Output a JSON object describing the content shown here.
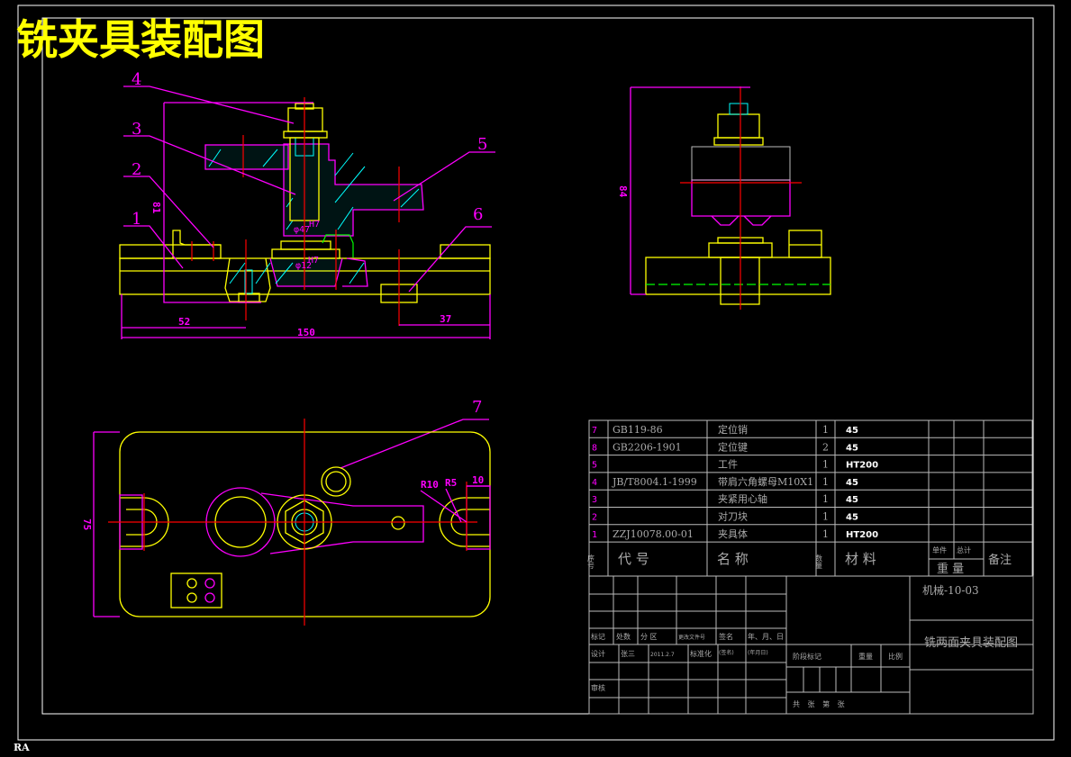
{
  "title": "铣夹具装配图",
  "corner_mark": "RA",
  "colors": {
    "background": "#000000",
    "outline": "#ffff00",
    "section": "#ff00ff",
    "centerline": "#ff0000",
    "hatch": "#00ffff",
    "frame": "#ffffff"
  },
  "part_balloons": [
    "1",
    "2",
    "3",
    "4",
    "5",
    "6",
    "7"
  ],
  "dimensions": {
    "front": [
      "52",
      "150",
      "37",
      "81",
      "φ47",
      "H7",
      "φ12",
      "H7"
    ],
    "side": [
      "84"
    ],
    "top": [
      "75",
      "R10",
      "R5",
      "10"
    ]
  },
  "bom": {
    "rows": [
      {
        "no": "7",
        "code": "GB119-86",
        "name": "定位销",
        "qty": "1",
        "material": "45"
      },
      {
        "no": "8",
        "code": "GB2206-1901",
        "name": "定位键",
        "qty": "2",
        "material": "45"
      },
      {
        "no": "5",
        "code": "",
        "name": "工件",
        "qty": "1",
        "material": "HT200"
      },
      {
        "no": "4",
        "code": "JB/T8004.1-1999",
        "name": "带肩六角螺母M10X1",
        "qty": "1",
        "material": "45"
      },
      {
        "no": "3",
        "code": "",
        "name": "夹紧用心轴",
        "qty": "1",
        "material": "45"
      },
      {
        "no": "2",
        "code": "",
        "name": "对刀块",
        "qty": "1",
        "material": "45"
      },
      {
        "no": "1",
        "code": "ZZJ10078.00-01",
        "name": "夹具体",
        "qty": "1",
        "material": "HT200"
      }
    ],
    "header": {
      "no": "序号",
      "code": "代  号",
      "name": "名    称",
      "qty": "数量",
      "material": "材  料",
      "unit": "单件",
      "total": "总计",
      "weight": "重 量",
      "remark": "备注"
    }
  },
  "title_block": {
    "drawing_no": "机械-10-03",
    "drawing_name": "铣两面夹具装配图",
    "labels": [
      "标记",
      "处数",
      "分 区",
      "更改文件号",
      "签名",
      "年、月、日"
    ],
    "design": "设计",
    "designer": "张三",
    "date": "2011.2.7",
    "standard": "标准化",
    "sign": "(签名)",
    "ymd": "(年月日)",
    "review": "审核",
    "stage": "阶段标记",
    "weight": "重量",
    "scale": "比例",
    "sheets": "共   张   第   张"
  }
}
